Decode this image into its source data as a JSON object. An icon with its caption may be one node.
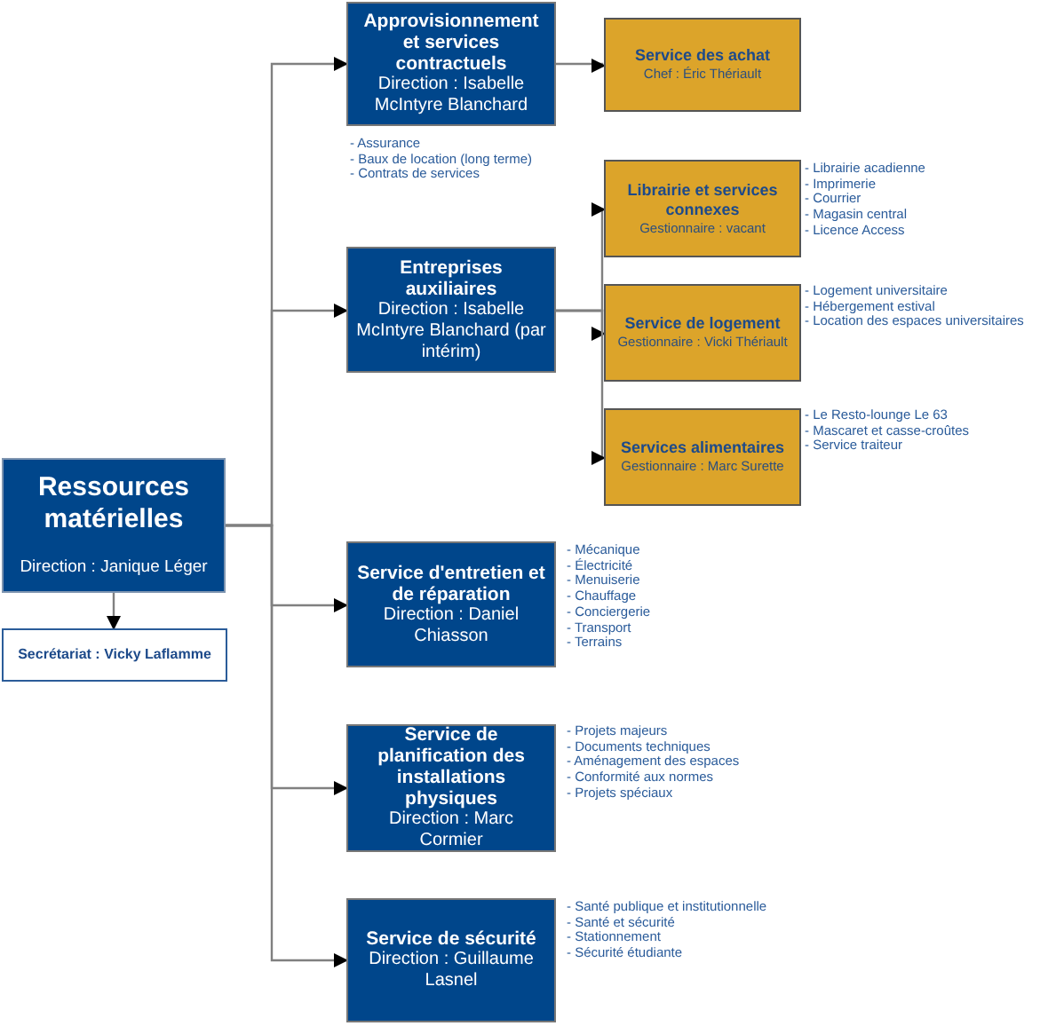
{
  "diagram": {
    "nodes": [
      {
        "text": [
          "Ressources matérielles",
          "Direction : Janique Léger"
        ]
      },
      {
        "text": [
          "Secrétariat : Vicky Laflamme"
        ]
      },
      {
        "text": [
          "Approvisionnement et services contractuels",
          "Direction : Isabelle McIntyre Blanchard"
        ],
        "beside": [
          "- Assurance",
          "- Baux de location (long terme)",
          "- Contrats de services"
        ]
      },
      {
        "text": [
          "Service des achat",
          "Chef : Éric Thériault"
        ]
      },
      {
        "text": [
          "Entreprises auxiliaires",
          "Direction : Isabelle McIntyre Blanchard (par intérim)"
        ]
      },
      {
        "text": [
          "Librairie et services connexes",
          "Gestionnaire : vacant"
        ],
        "beside": [
          "- Librairie acadienne",
          "- Imprimerie",
          "- Courrier",
          "- Magasin central",
          "- Licence Access"
        ]
      },
      {
        "text": [
          "Service de logement",
          "Gestionnaire : Vicki Thériault"
        ],
        "beside": [
          "- Logement universitaire",
          "- Hébergement estival",
          "- Location des espaces universitaires"
        ]
      },
      {
        "text": [
          "Services alimentaires",
          "Gestionnaire : Marc Surette"
        ],
        "beside": [
          "- Le Resto-lounge Le 63",
          "- Mascaret et casse-croûtes",
          "- Service traiteur"
        ]
      },
      {
        "text": [
          "Service d'entretien et de réparation",
          "Direction : Daniel Chiasson"
        ],
        "beside": [
          "- Mécanique",
          "- Électricité",
          "- Menuiserie",
          "- Chauffage",
          "- Conciergerie",
          "- Transport",
          "- Terrains"
        ]
      },
      {
        "text": [
          "Service de planification des installations physiques",
          "Direction : Marc Cormier"
        ],
        "beside": [
          "- Projets majeurs",
          "- Documents techniques",
          "- Aménagement des espaces",
          "- Conformité aux normes",
          "- Projets spéciaux"
        ]
      },
      {
        "text": [
          "Service de sécurité",
          "Direction : Guillaume Lasnel"
        ],
        "beside": [
          "- Santé publique et institutionnelle",
          "- Santé et sécurité",
          "- Stationnement",
          "- Sécurité étudiante"
        ]
      }
    ],
    "edges": [
      {
        "from": 0,
        "to": 1,
        "arrow": "to"
      },
      {
        "from": 0,
        "to": 2,
        "arrow": "to"
      },
      {
        "from": 0,
        "to": 4,
        "arrow": "to"
      },
      {
        "from": 0,
        "to": 8,
        "arrow": "to"
      },
      {
        "from": 0,
        "to": 9,
        "arrow": "to"
      },
      {
        "from": 0,
        "to": 10,
        "arrow": "to"
      },
      {
        "from": 2,
        "to": 3,
        "arrow": "to"
      },
      {
        "from": 4,
        "to": 5,
        "arrow": "to"
      },
      {
        "from": 4,
        "to": 6,
        "arrow": "to"
      },
      {
        "from": 4,
        "to": 7,
        "arrow": "to"
      }
    ]
  }
}
